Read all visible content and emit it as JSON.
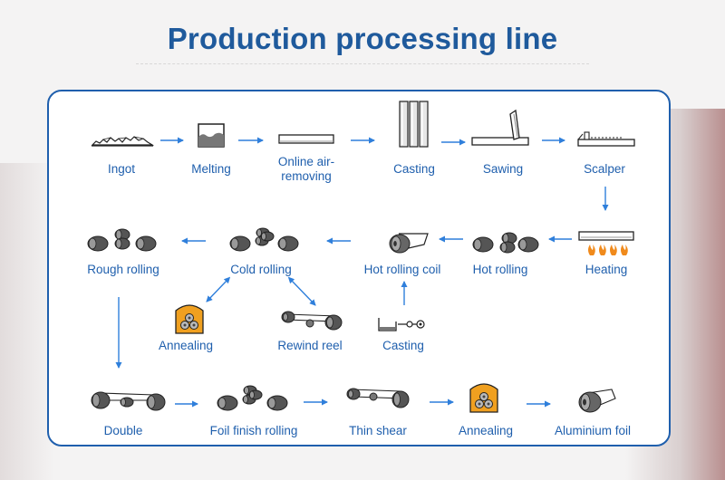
{
  "title": "Production processing line",
  "colors": {
    "accent": "#1f5fad",
    "arrow": "#2f7fdb",
    "furnace": "#f0a020"
  },
  "steps": {
    "ingot": "Ingot",
    "melting": "Melting",
    "online_air_removing": "Online air-removing",
    "casting_1": "Casting",
    "sawing": "Sawing",
    "scalper": "Scalper",
    "heating": "Heating",
    "hot_rolling": "Hot rolling",
    "hot_rolling_coil": "Hot rolling coil",
    "cold_rolling": "Cold rolling",
    "rough_rolling": "Rough rolling",
    "annealing_1": "Annealing",
    "rewind_reel": "Rewind reel",
    "casting_2": "Casting",
    "double": "Double",
    "foil_finish_rolling": "Foil finish rolling",
    "thin_shear": "Thin shear",
    "annealing_2": "Annealing",
    "aluminium_foil": "Aluminium foil"
  }
}
